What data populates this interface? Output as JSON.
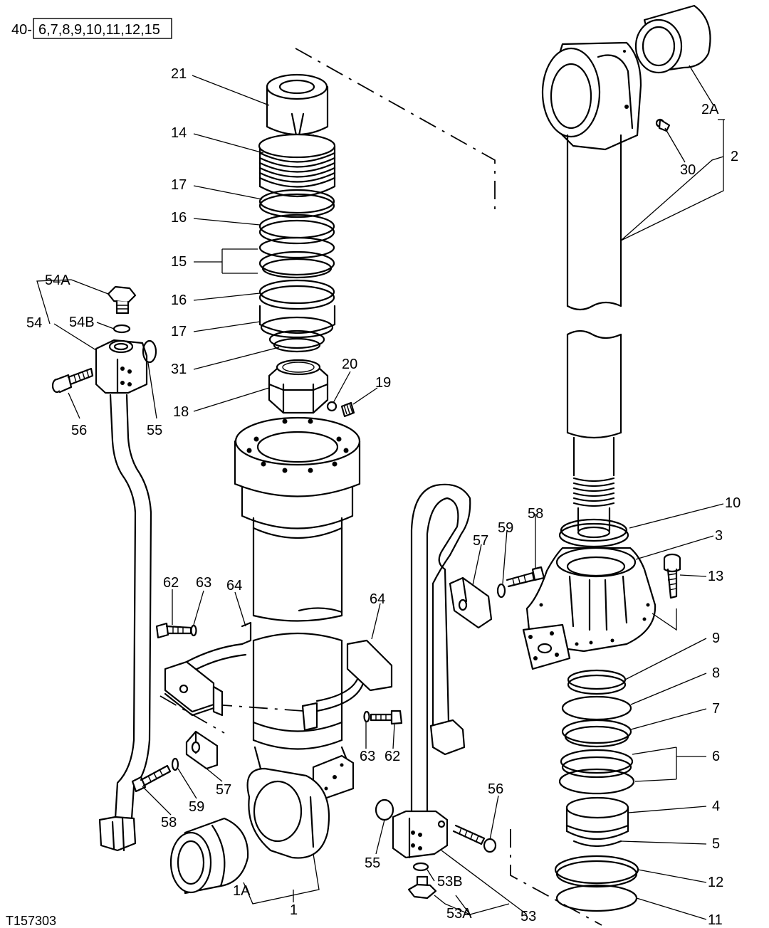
{
  "header": {
    "prefix": "40-",
    "boxed_refs": "6,7,8,9,10,11,12,15"
  },
  "figure_id": "T157303",
  "callouts": {
    "c21": "21",
    "c14": "14",
    "c17a": "17",
    "c16a": "16",
    "c15": "15",
    "c16b": "16",
    "c17b": "17",
    "c31": "31",
    "c20": "20",
    "c19": "19",
    "c18": "18",
    "c54A": "54A",
    "c54B": "54B",
    "c54": "54",
    "c56a": "56",
    "c55a": "55",
    "c2A": "2A",
    "c2": "2",
    "c30": "30",
    "c10": "10",
    "c3": "3",
    "c13": "13",
    "c58a": "58",
    "c59a": "59",
    "c57a": "57",
    "c9": "9",
    "c8": "8",
    "c7": "7",
    "c6": "6",
    "c4": "4",
    "c5": "5",
    "c12": "12",
    "c11": "11",
    "c62a": "62",
    "c63a": "63",
    "c64a": "64",
    "c64b": "64",
    "c63b": "63",
    "c62b": "62",
    "c58b": "58",
    "c59b": "59",
    "c57b": "57",
    "c1A": "1A",
    "c1": "1",
    "c55b": "55",
    "c56b": "56",
    "c53B": "53B",
    "c53A": "53A",
    "c53": "53"
  }
}
